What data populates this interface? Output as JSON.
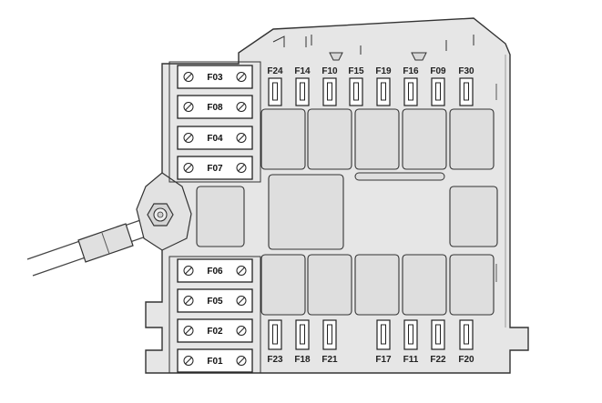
{
  "diagram": {
    "maxi_fuses": [
      "F03",
      "F08",
      "F04",
      "F07",
      "F06",
      "F05",
      "F02",
      "F01"
    ],
    "top_fuses": [
      "F24",
      "F14",
      "F10",
      "F15",
      "F19",
      "F16",
      "F09",
      "F30"
    ],
    "bottom_fuses": [
      "F23",
      "F18",
      "F21",
      "F17",
      "F11",
      "F22",
      "F20"
    ]
  },
  "colors": {
    "box_fill": "#e6e6e6",
    "stroke": "#333333",
    "relay_fill": "#dedede",
    "background": "#ffffff"
  }
}
